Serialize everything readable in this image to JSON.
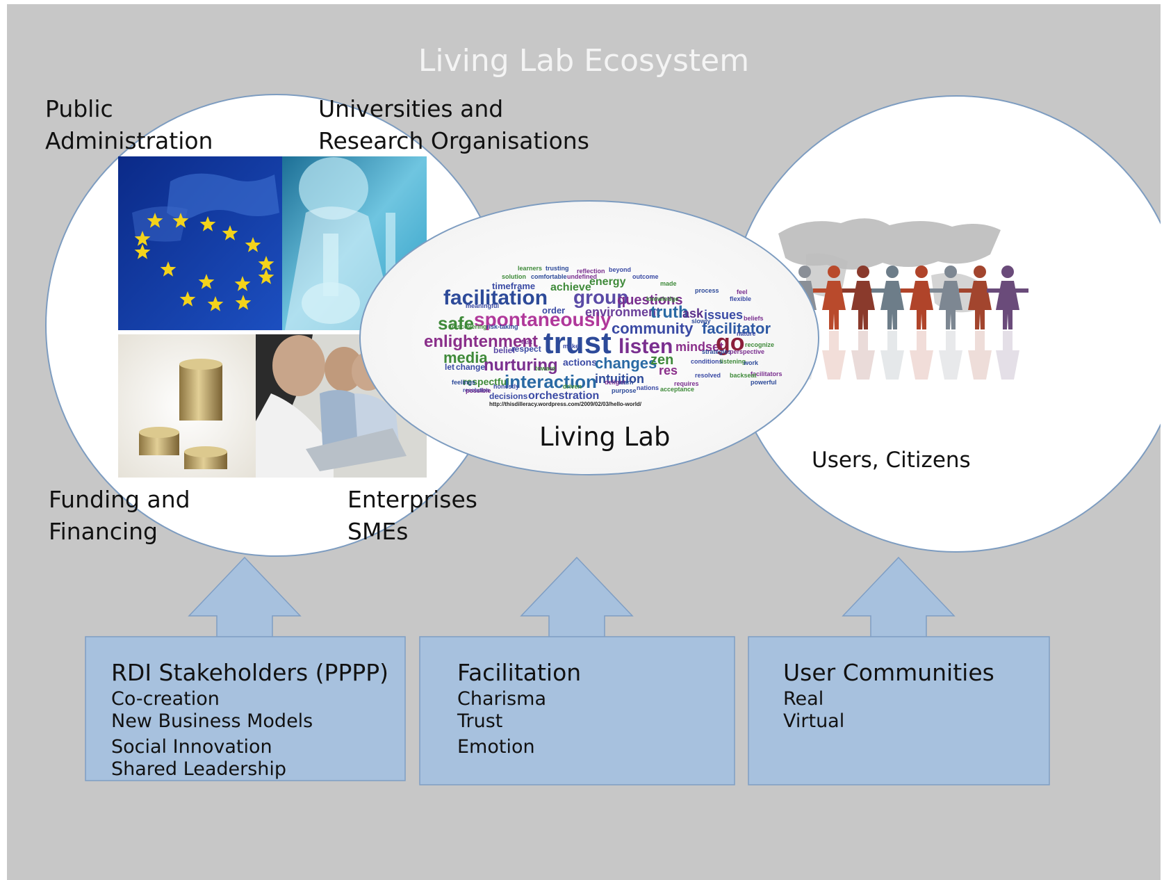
{
  "title": "Living Lab Ecosystem",
  "left_circle": {
    "labels": {
      "public_admin": "Public\nAdministration",
      "universities": "Universities and\nResearch Organisations",
      "funding": "Funding and\nFinancing",
      "enterprises": "Enterprises\nSMEs"
    },
    "images": [
      "eu-flag-map-photo",
      "laboratory-researcher-photo",
      "coin-stacks-photo",
      "business-people-laptop-photo"
    ]
  },
  "center_ellipse": {
    "label": "Living Lab",
    "word_cloud": {
      "words": [
        "facilitation",
        "group",
        "questions",
        "safe",
        "spontaneously",
        "environment",
        "truth",
        "ask",
        "issues",
        "community",
        "facilitator",
        "enlightenment",
        "trust",
        "listen",
        "mindset",
        "go",
        "media",
        "nurturing",
        "actions",
        "changes",
        "zen",
        "res",
        "respectful",
        "interaction",
        "intuition",
        "orchestration",
        "decisions",
        "achieve",
        "energy",
        "timeframe",
        "order",
        "belief",
        "respect",
        "let",
        "change",
        "resolution",
        "learners",
        "trusting",
        "reflection",
        "beyond",
        "solution",
        "comfortable",
        "undefined",
        "outcome",
        "made",
        "process",
        "feel",
        "flexible",
        "knowledge",
        "slowly",
        "beliefs",
        "nature",
        "recognize",
        "strategies",
        "perspective",
        "conditions",
        "listening",
        "work",
        "facilitators",
        "resolved",
        "backseat",
        "powerful",
        "requires",
        "nations",
        "acceptance",
        "purpose",
        "delight",
        "meaningful",
        "discovering",
        "risk-taking",
        "fast",
        "make",
        "toward",
        "feelings",
        "possible",
        "honestly",
        "driven",
        "learn"
      ],
      "source": "http://thisdilleracy.wordpress.com/2009/02/03/hello-world/"
    }
  },
  "right_circle": {
    "label": "Users, Citizens",
    "image": "world-map-people-chain-illustration"
  },
  "boxes": [
    {
      "title": "RDI Stakeholders (PPPP)",
      "items": [
        "Co-creation",
        "New Business Models",
        "Social Innovation",
        "Shared Leadership"
      ]
    },
    {
      "title": "Facilitation",
      "items": [
        "Charisma",
        "Trust",
        "Emotion"
      ]
    },
    {
      "title": "User Communities",
      "items": [
        "Real",
        "Virtual"
      ]
    }
  ],
  "colors": {
    "background": "#c7c7c7",
    "box_fill": "#a7c1de",
    "box_stroke": "#7f9ec4",
    "circle_fill": "#ffffff",
    "title": "#f4f4f4"
  }
}
